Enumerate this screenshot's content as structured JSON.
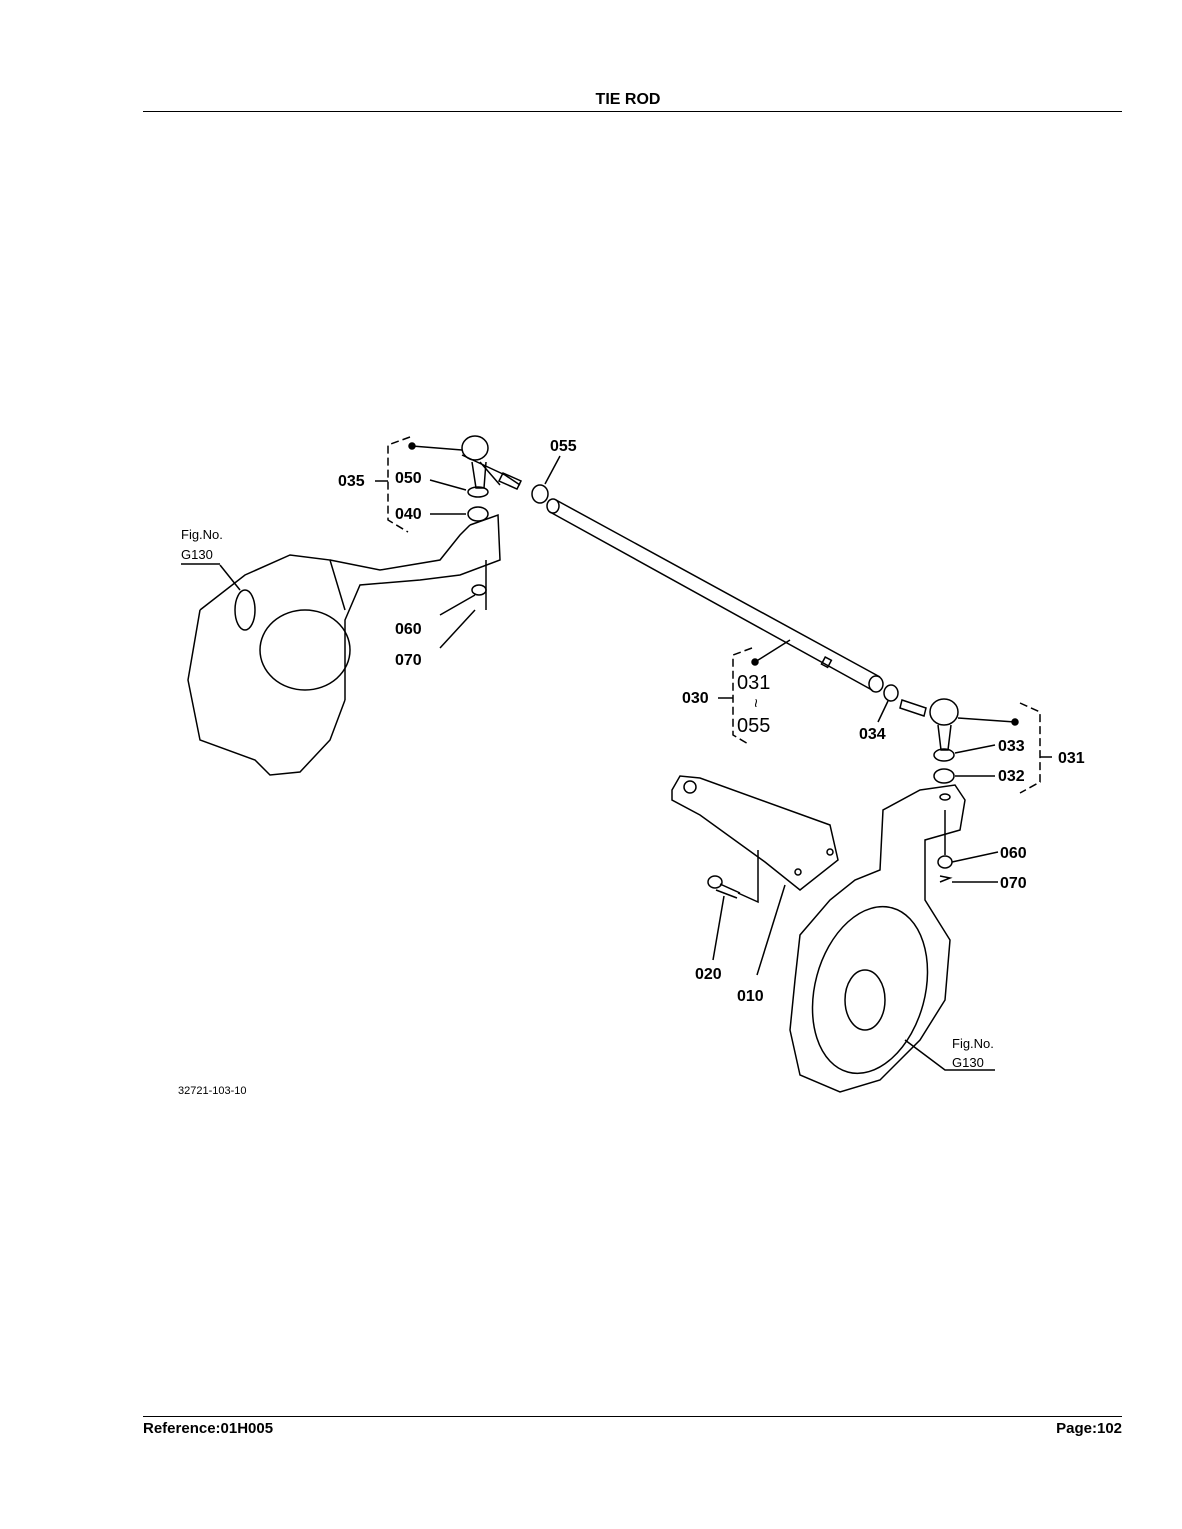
{
  "header": {
    "title": "TIE ROD"
  },
  "diagram": {
    "callouts": {
      "c055_top": "055",
      "c035": "035",
      "c050": "050",
      "c040": "040",
      "c060_left": "060",
      "c070_left": "070",
      "c030": "030",
      "c031_range_start": "031",
      "c_range_tilde": "~",
      "c055_range_end": "055",
      "c034": "034",
      "c033": "033",
      "c032": "032",
      "c031_right": "031",
      "c060_right": "060",
      "c070_right": "070",
      "c020": "020",
      "c010": "010"
    },
    "fig_ref_left": {
      "label": "Fig.No.",
      "number": "G130"
    },
    "fig_ref_right": {
      "label": "Fig.No.",
      "number": "G130"
    },
    "drawing_number": "32721-103-10"
  },
  "footer": {
    "reference": "Reference:01H005",
    "page": "Page:102"
  }
}
